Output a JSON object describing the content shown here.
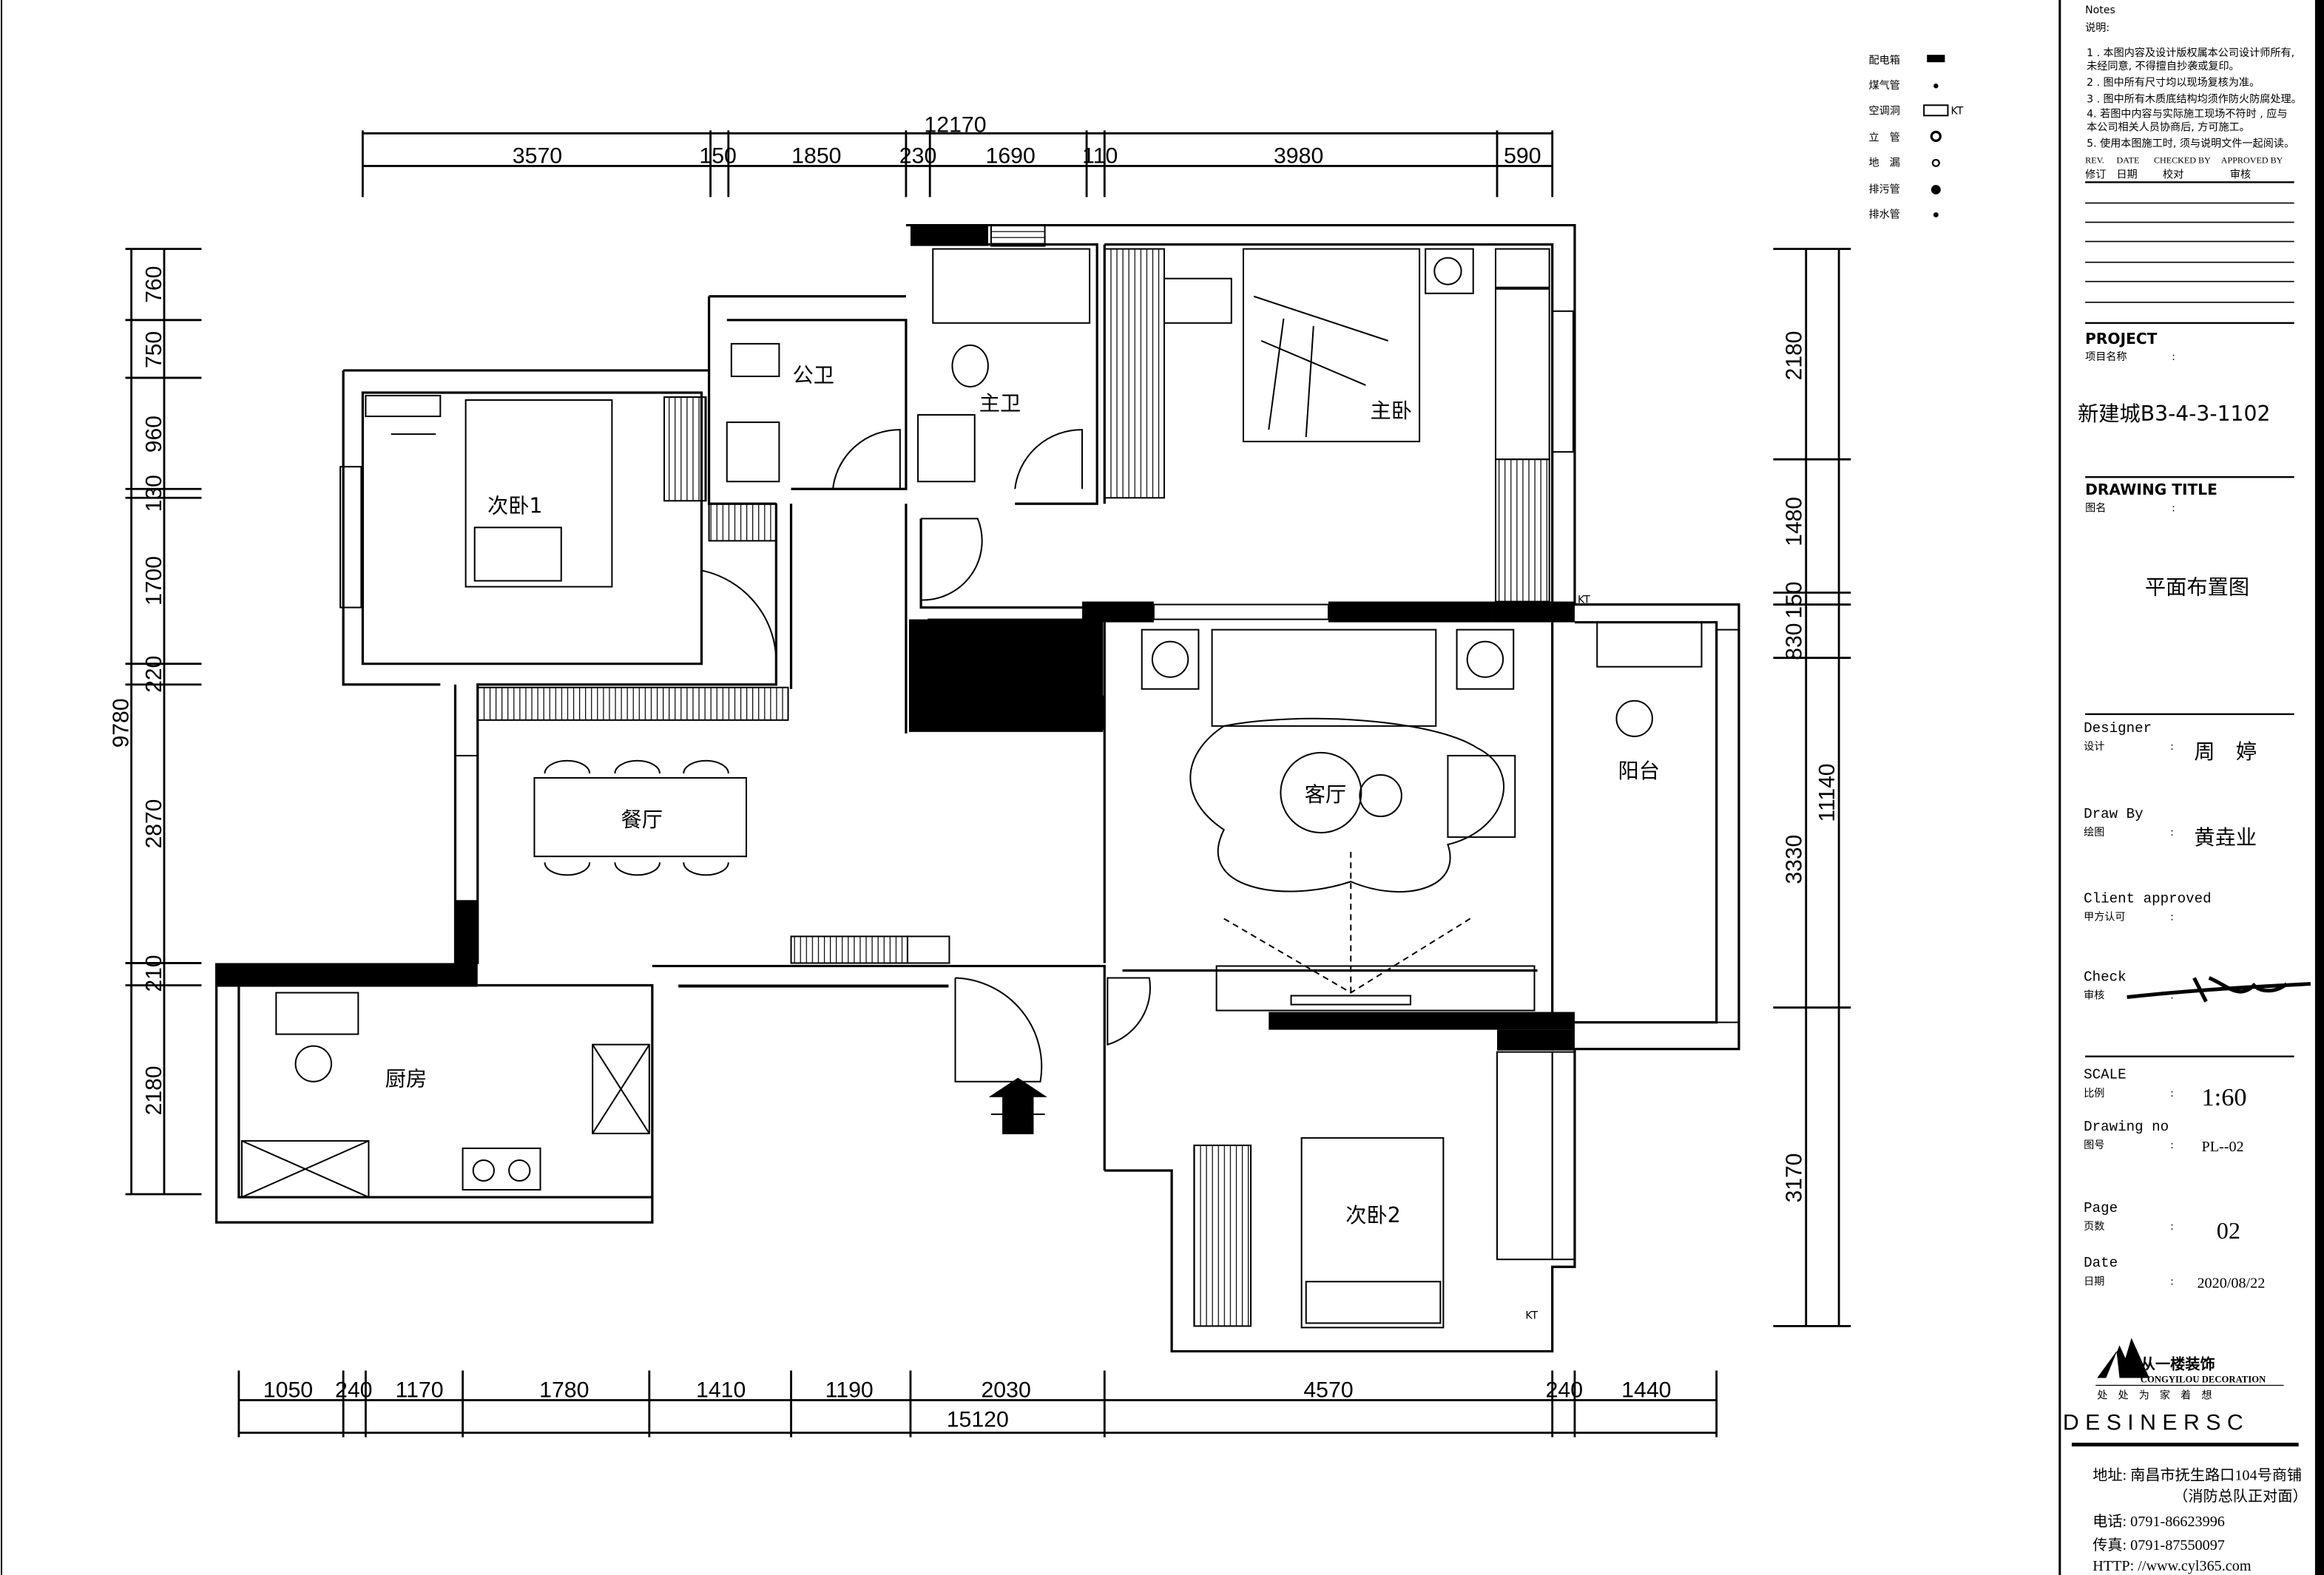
{
  "dimensions": {
    "top_total": "12170",
    "top": [
      "3570",
      "150",
      "1850",
      "230",
      "1690",
      "110",
      "3980",
      "590"
    ],
    "bottom_total": "15120",
    "bottom": [
      "1050",
      "240",
      "1170",
      "1780",
      "1410",
      "1190",
      "2030",
      "4570",
      "240",
      "1440"
    ],
    "left_total": "9780",
    "left": [
      "760",
      "750",
      "960",
      "130",
      "1700",
      "220",
      "2870",
      "210",
      "2180"
    ],
    "right_total": "11140",
    "right": [
      "2180",
      "1480",
      "150",
      "830",
      "3330",
      "3170"
    ]
  },
  "rooms": {
    "bedroom2_1": "次卧1",
    "public_bath": "公卫",
    "master_bath": "主卫",
    "master_bedroom": "主卧",
    "dining": "餐厅",
    "living": "客厅",
    "balcony": "阳台",
    "kitchen": "厨房",
    "bedroom2_2": "次卧2"
  },
  "ac_tag": "KT",
  "legend": [
    {
      "label": "配电箱",
      "icon": "distribution-box-icon"
    },
    {
      "label": "煤气管",
      "icon": "gas-pipe-icon"
    },
    {
      "label": "空调洞",
      "icon": "ac-hole-icon",
      "tag": "KT"
    },
    {
      "label": "立　管",
      "icon": "riser-pipe-icon"
    },
    {
      "label": "地　漏",
      "icon": "floor-drain-icon"
    },
    {
      "label": "排污管",
      "icon": "sewage-pipe-icon"
    },
    {
      "label": "排水管",
      "icon": "drain-pipe-icon"
    }
  ],
  "title_block": {
    "notes_heading": "Notes",
    "notes_heading_cn": "说明:",
    "notes": [
      "1 . 本图内容及设计版权属本公司设计师所有,",
      "    未经同意, 不得擅自抄袭或复印。",
      "2 . 图中所有尺寸均以现场复核为准。",
      "3 . 图中所有木质底结构均须作防火防腐处理。",
      "4. 若图中内容与实际施工现场不符时 , 应与",
      "    本公司相关人员协商后, 方可施工。",
      "5. 使用本图施工时, 须与说明文件一起阅读。"
    ],
    "rev_header": [
      "REV.",
      "DATE",
      "CHECKED BY",
      "APPROVED BY"
    ],
    "rev_header_cn": [
      "修订",
      "日期",
      "校对",
      "审核"
    ],
    "project_label": "PROJECT",
    "project_label_cn": "项目名称",
    "project_name": "新建城B3-4-3-1102",
    "drawing_title_label": "DRAWING  TITLE",
    "drawing_title_label_cn": "图名",
    "drawing_title": "平面布置图",
    "designer_label": "Designer",
    "designer_label_cn": "设计",
    "designer": "周　婷",
    "draw_by_label": "Draw By",
    "draw_by_label_cn": "绘图",
    "draw_by": "黄垚业",
    "client_label": "Client approved",
    "client_label_cn": "甲方认可",
    "check_label": "Check",
    "check_label_cn": "审核",
    "scale_label": "SCALE",
    "scale_label_cn": "比例",
    "scale": "1:60",
    "drawing_no_label": "Drawing  no",
    "drawing_no_label_cn": "图号",
    "drawing_no": "PL--02",
    "page_label": "Page",
    "page_label_cn": "页数",
    "page": "02",
    "date_label": "Date",
    "date_label_cn": "日期",
    "date": "2020/08/22",
    "colon": ":"
  },
  "company": {
    "logo_cn": "从一楼装饰",
    "logo_en": "CONGYILOU DECORATION",
    "slogan": "处　处　为　家　着　想",
    "designers_banner": "D E S I N E R S   C",
    "address": "地址: 南昌市抚生路口104号商铺",
    "address2": "（消防总队正对面）",
    "phone": "电话: 0791-86623996",
    "fax": "传真: 0791-87550097",
    "web": "HTTP: //www.cyl365.com"
  }
}
